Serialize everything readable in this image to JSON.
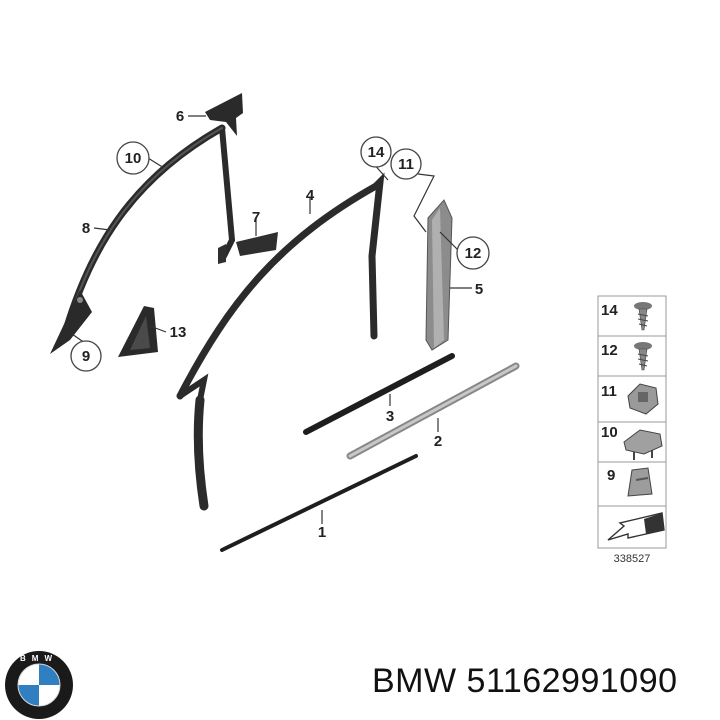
{
  "callouts": {
    "c1": "1",
    "c2": "2",
    "c3": "3",
    "c4": "4",
    "c5": "5",
    "c6": "6",
    "c7": "7",
    "c8": "8",
    "c9": "9",
    "c10": "10",
    "c11": "11",
    "c12": "12",
    "c13": "13",
    "c14": "14"
  },
  "legend": {
    "items": [
      {
        "num": "14",
        "icon": "screw-icon"
      },
      {
        "num": "12",
        "icon": "screw-icon"
      },
      {
        "num": "11",
        "icon": "clip-icon"
      },
      {
        "num": "10",
        "icon": "bracket-clip-icon"
      },
      {
        "num": "9",
        "icon": "spring-clip-icon"
      }
    ],
    "ref_code": "338527"
  },
  "footer": {
    "brand": "BMW",
    "part_number": "51162991090",
    "title": "BMW 51162991090"
  },
  "logo": {
    "letters": "BMW",
    "colors": {
      "ring": "#1a1a1a",
      "blue": "#2f7fc1",
      "white": "#ffffff"
    }
  }
}
